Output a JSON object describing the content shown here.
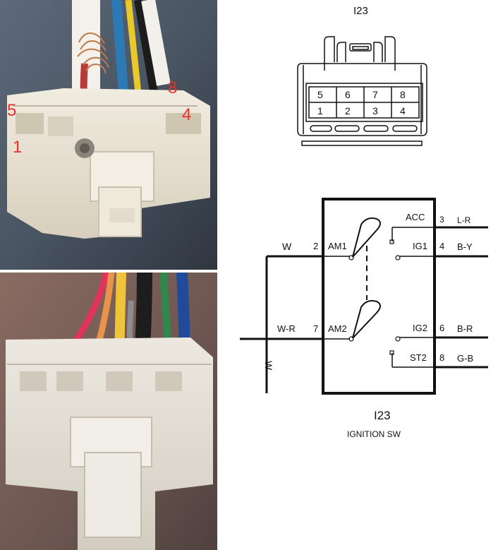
{
  "top_photo": {
    "pin_numbers": {
      "top_left": "5",
      "bottom_left": "1",
      "top_right": "8",
      "bottom_right": "4"
    }
  },
  "connector_view": {
    "title": "I23",
    "top_row_pins": [
      "5",
      "6",
      "7",
      "8"
    ],
    "bottom_row_pins": [
      "1",
      "2",
      "3",
      "4"
    ]
  },
  "schematic": {
    "terminals": [
      {
        "name": "ACC",
        "pin": "3",
        "wire": "L-R"
      },
      {
        "name": "IG1",
        "pin": "4",
        "wire": "B-Y"
      },
      {
        "name": "AM1",
        "pin": "2",
        "wire": "W"
      },
      {
        "name": "AM2",
        "pin": "7",
        "wire": "W-R"
      },
      {
        "name": "IG2",
        "pin": "6",
        "wire": "B-R"
      },
      {
        "name": "ST2",
        "pin": "8",
        "wire": "G-B"
      }
    ],
    "vertical_wire_label": "W",
    "component_id": "I23",
    "component_name": "IGNITION SW"
  },
  "colors": {
    "pin_number_red": "#e8312a",
    "connector_housing": "#e9e3d6",
    "line": "#111111"
  }
}
